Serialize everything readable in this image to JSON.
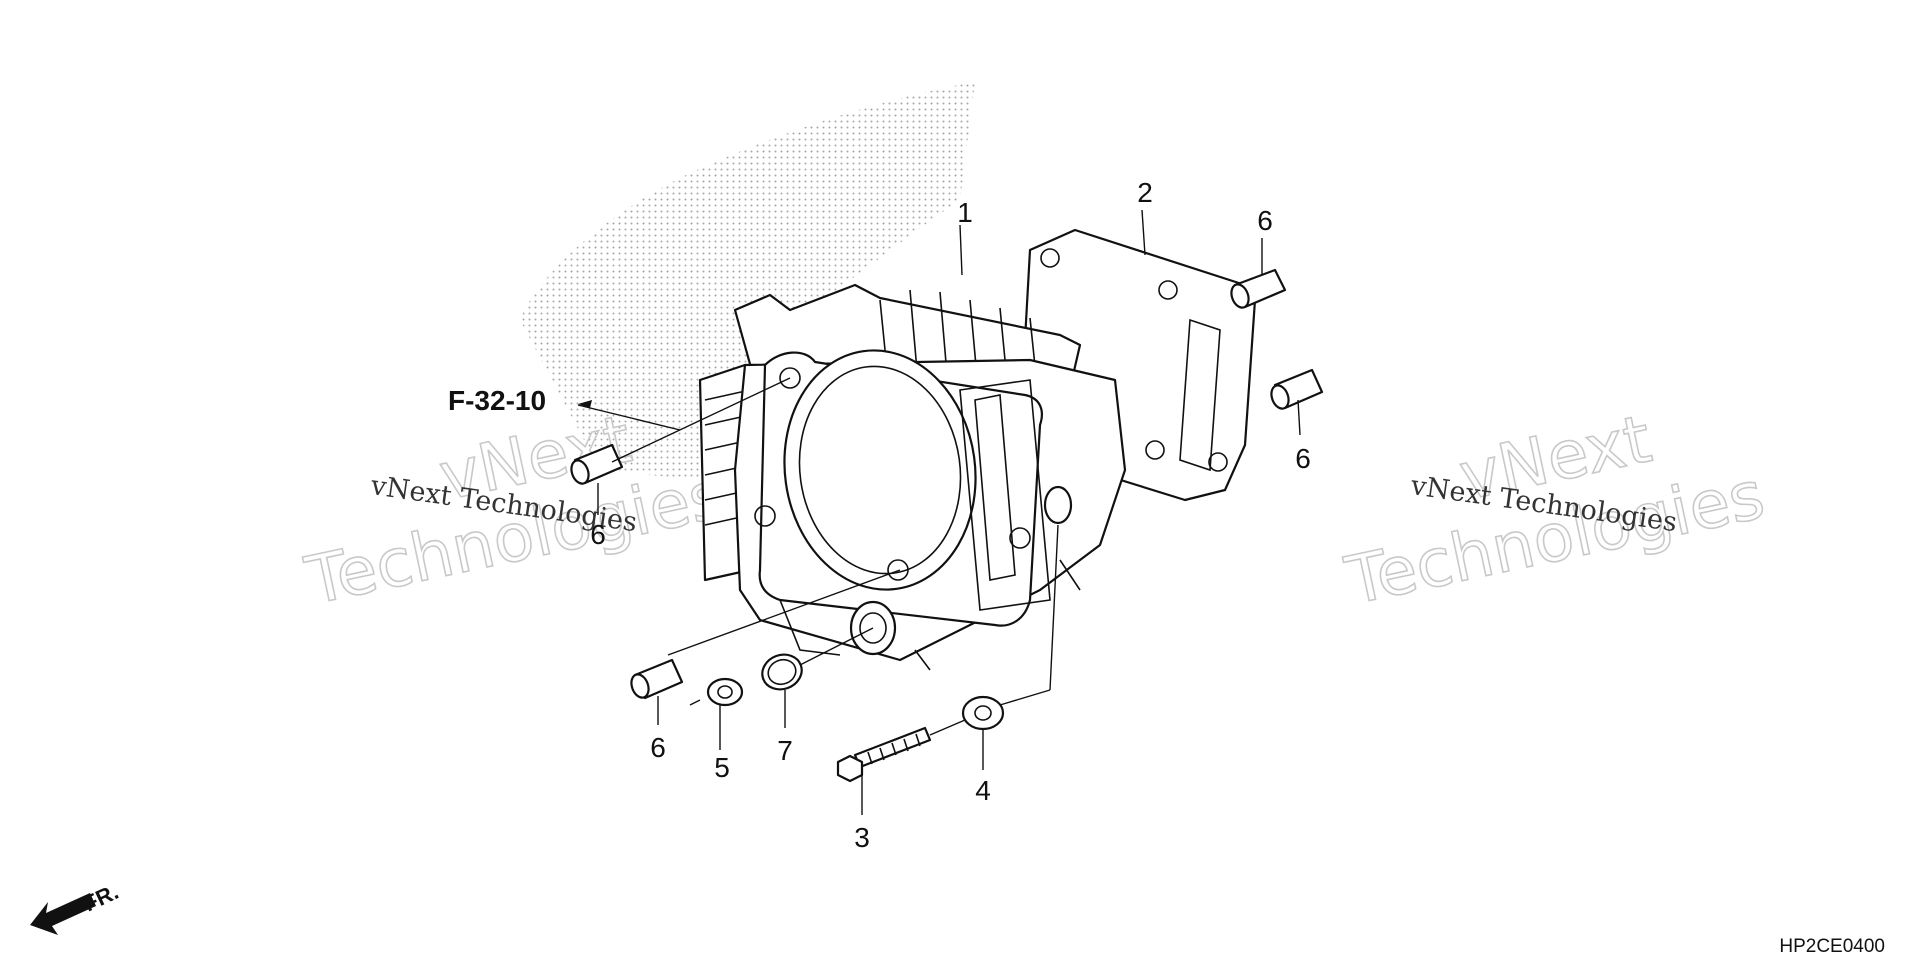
{
  "diagram": {
    "reference_label": "F-32-10",
    "drawing_code": "HP2CE0400",
    "front_label": "FR.",
    "watermarks": [
      {
        "top": "vNext",
        "bottom": "Technologies",
        "caption": "vNext Technologies"
      },
      {
        "top": "vNext",
        "bottom": "Technologies",
        "caption": "vNext Technologies"
      }
    ],
    "callouts": [
      {
        "id": "cylinder",
        "label": "1"
      },
      {
        "id": "cylinder-gasket",
        "label": "2"
      },
      {
        "id": "flange-bolt",
        "label": "3"
      },
      {
        "id": "washer-large",
        "label": "4"
      },
      {
        "id": "washer-small",
        "label": "5"
      },
      {
        "id": "dowel-pin-upper-right",
        "label": "6"
      },
      {
        "id": "dowel-pin-right",
        "label": "6"
      },
      {
        "id": "dowel-pin-left",
        "label": "6"
      },
      {
        "id": "dowel-pin-lower",
        "label": "6"
      },
      {
        "id": "o-ring",
        "label": "7"
      }
    ]
  }
}
